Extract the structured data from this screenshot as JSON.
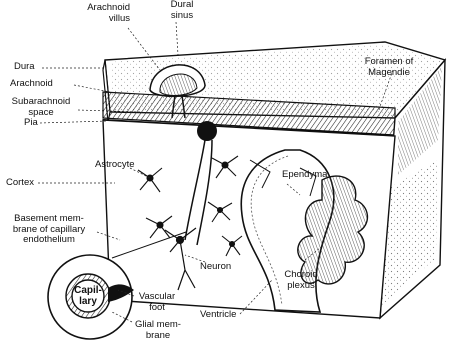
{
  "labels": {
    "dural_sinus": "Dural\nsinus",
    "arachnoid_villus": "Arachnoid\nvillus",
    "dura": "Dura",
    "arachnoid": "Arachnoid",
    "subarachnoid_space": "Subarachnoid\nspace",
    "pia": "Pia",
    "foramen_of_magendie": "Foramen of\nMagendie",
    "astrocyte": "Astrocyte",
    "cortex": "Cortex",
    "ependyma": "Ependyma",
    "basement_membrane": "Basement mem-\nbrane of capillary\nendothelium",
    "capillary": "Capil-\nlary",
    "neuron": "Neuron",
    "choroid_plexus": "Choroid\nplexus",
    "ventricle": "Ventricle",
    "vascular_foot": "Vascular\nfoot",
    "glial_membrane": "Glial mem-\nbrane"
  }
}
